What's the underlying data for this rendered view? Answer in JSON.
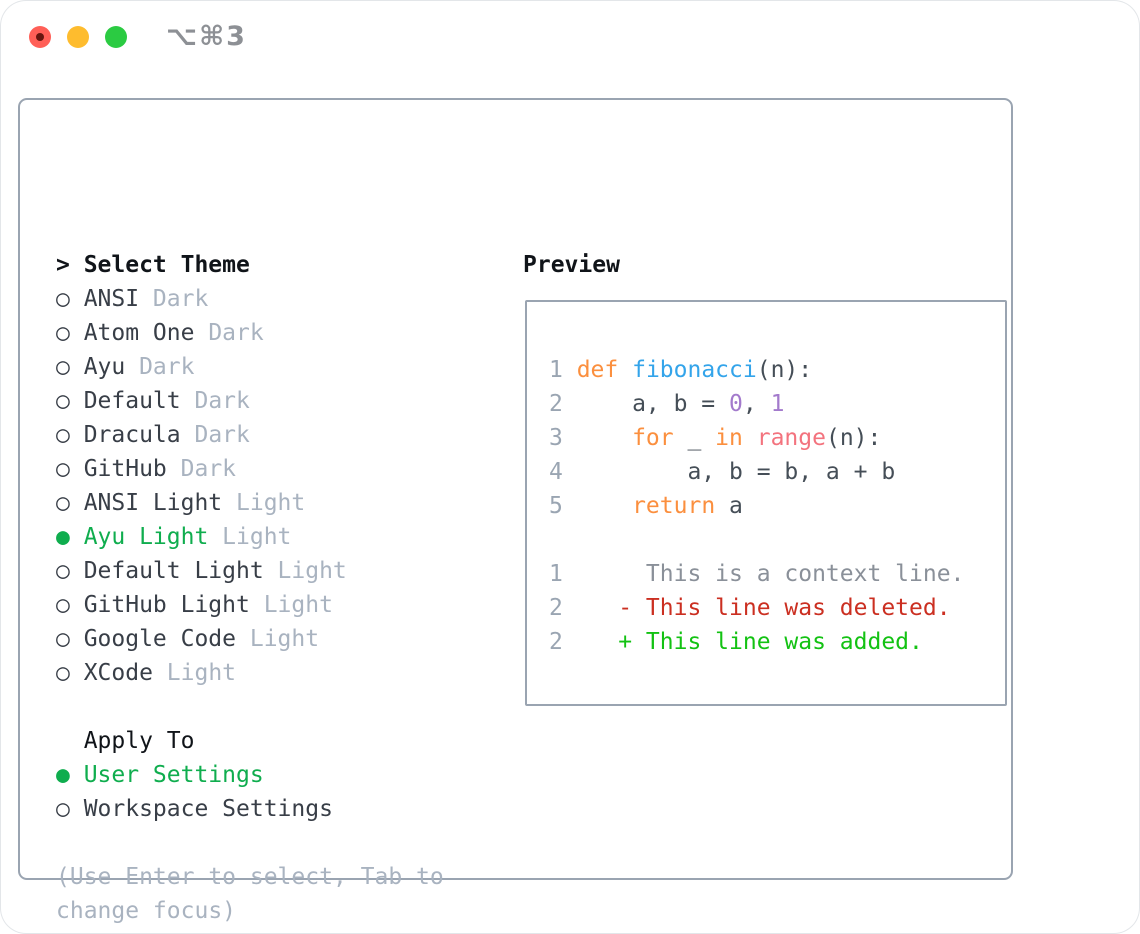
{
  "titlebar": {
    "shortcut": "⌥⌘3"
  },
  "theme_panel": {
    "cursor": ">",
    "title": "Select Theme",
    "items": [
      {
        "bullet": "○",
        "name": "ANSI",
        "variant": "Dark",
        "selected": false
      },
      {
        "bullet": "○",
        "name": "Atom One",
        "variant": "Dark",
        "selected": false
      },
      {
        "bullet": "○",
        "name": "Ayu",
        "variant": "Dark",
        "selected": false
      },
      {
        "bullet": "○",
        "name": "Default",
        "variant": "Dark",
        "selected": false
      },
      {
        "bullet": "○",
        "name": "Dracula",
        "variant": "Dark",
        "selected": false
      },
      {
        "bullet": "○",
        "name": "GitHub",
        "variant": "Dark",
        "selected": false
      },
      {
        "bullet": "○",
        "name": "ANSI Light",
        "variant": "Light",
        "selected": false
      },
      {
        "bullet": "●",
        "name": "Ayu Light",
        "variant": "Light",
        "selected": true
      },
      {
        "bullet": "○",
        "name": "Default Light",
        "variant": "Light",
        "selected": false
      },
      {
        "bullet": "○",
        "name": "GitHub Light",
        "variant": "Light",
        "selected": false
      },
      {
        "bullet": "○",
        "name": "Google Code",
        "variant": "Light",
        "selected": false
      },
      {
        "bullet": "○",
        "name": "XCode",
        "variant": "Light",
        "selected": false
      }
    ]
  },
  "apply_panel": {
    "title": "Apply To",
    "items": [
      {
        "bullet": "●",
        "label": "User Settings",
        "selected": true
      },
      {
        "bullet": "○",
        "label": "Workspace Settings",
        "selected": false
      }
    ]
  },
  "help": {
    "line1": "(Use Enter to select, Tab to",
    "line2": "change focus)"
  },
  "preview": {
    "title": "Preview",
    "code_lines": [
      {
        "num": "1",
        "tokens": [
          {
            "t": "def",
            "c": "kw"
          },
          {
            "t": " ",
            "c": "plain"
          },
          {
            "t": "fibonacci",
            "c": "fn"
          },
          {
            "t": "(n):",
            "c": "plain"
          }
        ]
      },
      {
        "num": "2",
        "tokens": [
          {
            "t": "    a, b = ",
            "c": "plain"
          },
          {
            "t": "0",
            "c": "num"
          },
          {
            "t": ", ",
            "c": "plain"
          },
          {
            "t": "1",
            "c": "num"
          }
        ]
      },
      {
        "num": "3",
        "tokens": [
          {
            "t": "    ",
            "c": "plain"
          },
          {
            "t": "for",
            "c": "kw"
          },
          {
            "t": " _ ",
            "c": "plain"
          },
          {
            "t": "in",
            "c": "kw"
          },
          {
            "t": " ",
            "c": "plain"
          },
          {
            "t": "range",
            "c": "builtin"
          },
          {
            "t": "(n):",
            "c": "plain"
          }
        ]
      },
      {
        "num": "4",
        "tokens": [
          {
            "t": "        a, b = b, a + b",
            "c": "plain"
          }
        ]
      },
      {
        "num": "5",
        "tokens": [
          {
            "t": "    ",
            "c": "plain"
          },
          {
            "t": "return",
            "c": "kw"
          },
          {
            "t": " a",
            "c": "plain"
          }
        ]
      }
    ],
    "diff_lines": [
      {
        "num": "1",
        "text": "     This is a context line.",
        "kind": "context"
      },
      {
        "num": "2",
        "text": "   - This line was deleted.",
        "kind": "deleted"
      },
      {
        "num": "2",
        "text": "   + This line was added.",
        "kind": "added"
      }
    ]
  },
  "colors": {
    "ui_green": "#0FAD4E",
    "text_black": "#101419",
    "text_dark": "#383E47",
    "text_muted": "#A9B3C0",
    "border": "#9AA4B1",
    "linenum": "#9AA5B2",
    "syntax_keyword": "#FB8F3E",
    "syntax_function": "#33A4EA",
    "syntax_builtin": "#F3737E",
    "syntax_number": "#A37ACC",
    "syntax_plain": "#454E57",
    "diff_context": "#8A9099",
    "diff_deleted": "#CB2F21",
    "diff_added": "#13C213",
    "traffic_red": "#FF5F57",
    "traffic_red_dot": "#66160F",
    "traffic_yellow": "#FEBC2E",
    "traffic_green": "#2BCB42",
    "shortcut_gray": "#8D9095"
  }
}
